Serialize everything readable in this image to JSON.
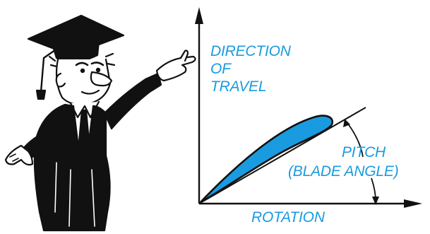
{
  "labels": {
    "direction_line1": "DIRECTION",
    "direction_line2": "OF",
    "direction_line3": "TRAVEL",
    "pitch_line1": "PITCH",
    "pitch_line2": "(BLADE ANGLE)",
    "rotation": "ROTATION"
  },
  "colors": {
    "label": "#1a9be0",
    "blade_fill": "#1a9be0",
    "ink": "#111111"
  },
  "figure": {
    "icon": "professor-cartoon-icon"
  }
}
